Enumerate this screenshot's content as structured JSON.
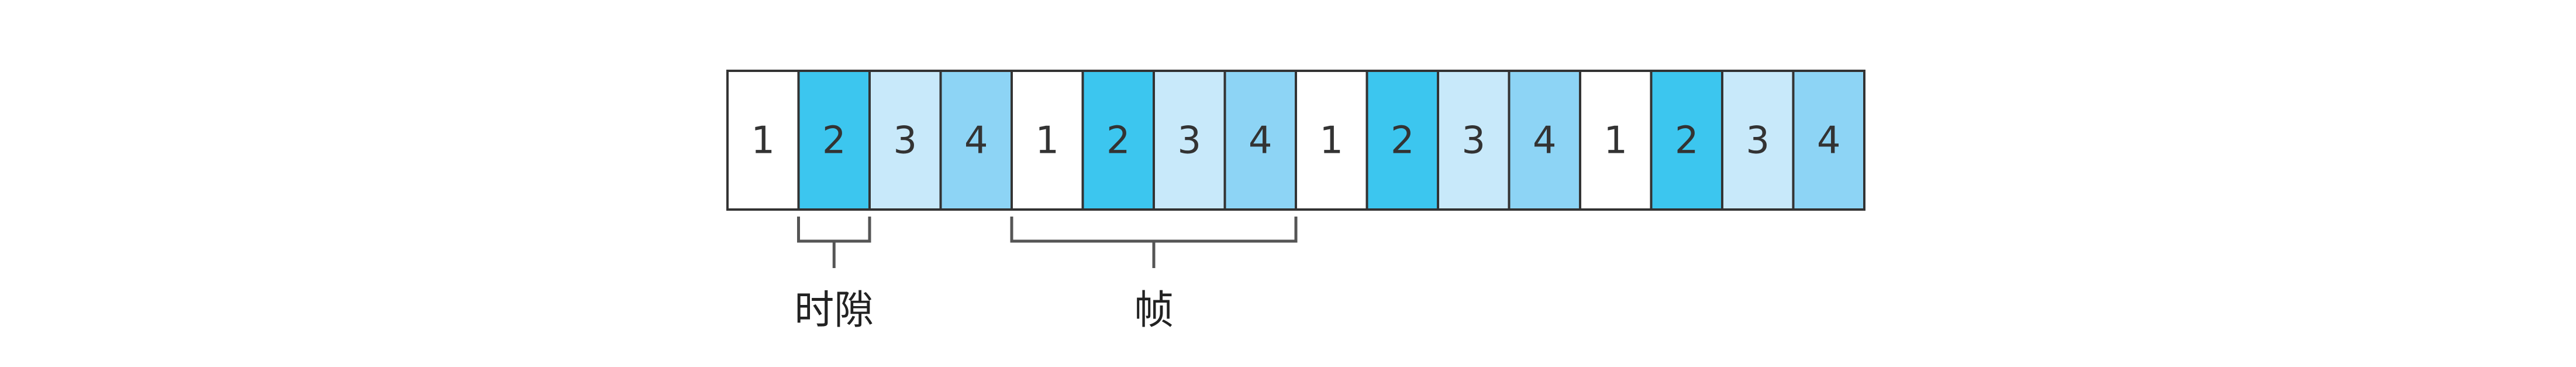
{
  "colors": {
    "1": "#ffffff",
    "2": "#3cc6ef",
    "3": "#c8e9fa",
    "4": "#8dd4f5",
    "border": "#333333",
    "bracket": "#555555"
  },
  "slots": [
    "1",
    "2",
    "3",
    "4",
    "1",
    "2",
    "3",
    "4",
    "1",
    "2",
    "3",
    "4",
    "1",
    "2",
    "3",
    "4"
  ],
  "labels": {
    "timeslot": "时隙",
    "frame": "帧"
  }
}
